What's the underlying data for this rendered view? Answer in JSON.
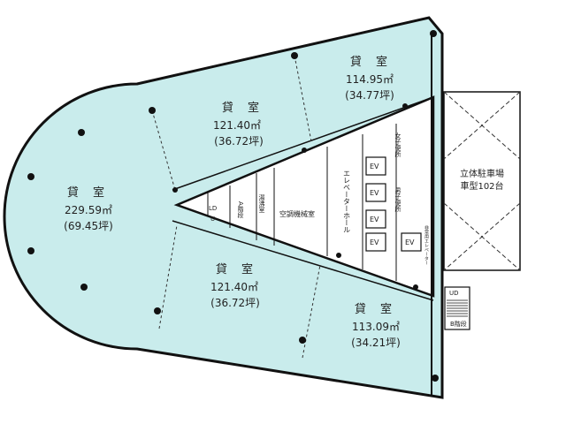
{
  "rooms": {
    "left": {
      "title": "貸 室",
      "area_m2": "229.59㎡",
      "area_tsubo": "(69.45坪)"
    },
    "top_mid": {
      "title": "貸 室",
      "area_m2": "121.40㎡",
      "area_tsubo": "(36.72坪)"
    },
    "top_right": {
      "title": "貸 室",
      "area_m2": "114.95㎡",
      "area_tsubo": "(34.77坪)"
    },
    "bottom_mid": {
      "title": "貸 室",
      "area_m2": "121.40㎡",
      "area_tsubo": "(36.72坪)"
    },
    "bottom_right": {
      "title": "貸 室",
      "area_m2": "113.09㎡",
      "area_tsubo": "(34.21坪)"
    }
  },
  "core": {
    "elevator_hall": "エレベーターホール",
    "ac_room": "空調機械室",
    "hot_water": "湯沸室",
    "stairs_a": "A階段",
    "womens_wc": "女子便所",
    "mens_wc": "男子便所",
    "freight_ev": "非常用エレベーター",
    "ev_label": "EV",
    "ld_left": "LD",
    "ud_left": "U",
    "ud_right": "UD",
    "stairs_b": "B階段"
  },
  "parking": {
    "line1": "立体駐車場",
    "line2": "車型102台"
  },
  "colors": {
    "room_fill": "#c9ecec",
    "wall": "#111111",
    "core_fill": "#ffffff"
  }
}
